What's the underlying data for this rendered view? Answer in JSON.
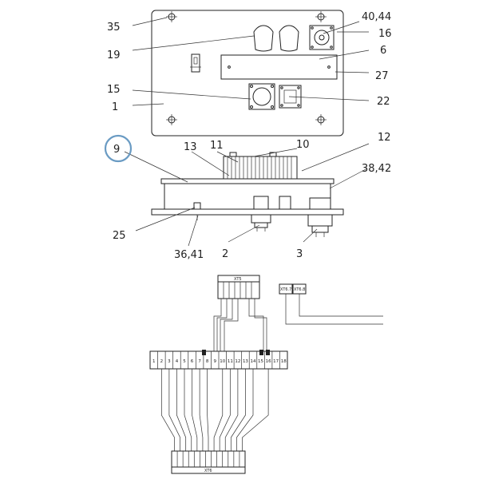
{
  "callouts": {
    "c35": "35",
    "c19": "19",
    "c15": "15",
    "c1": "1",
    "c4044": "40,44",
    "c16": "16",
    "c6": "6",
    "c27": "27",
    "c22": "22",
    "c9": "9",
    "c13": "13",
    "c11": "11",
    "c10": "10",
    "c12": "12",
    "c3842": "38,42",
    "c25": "25",
    "c3641": "36,41",
    "c2": "2",
    "c3": "3"
  },
  "highlight": {
    "label": "9",
    "color": "#6a9bc3"
  },
  "wiring": {
    "xt5_label": "XT5",
    "xt6_label": "XT6",
    "tag_a": "XT6.7",
    "tag_b": "XT6.8",
    "terminal_pins": [
      "1",
      "2",
      "3",
      "4",
      "5",
      "6",
      "7",
      "8",
      "9",
      "10",
      "11",
      "12",
      "13",
      "14",
      "15",
      "16",
      "17",
      "18"
    ]
  }
}
